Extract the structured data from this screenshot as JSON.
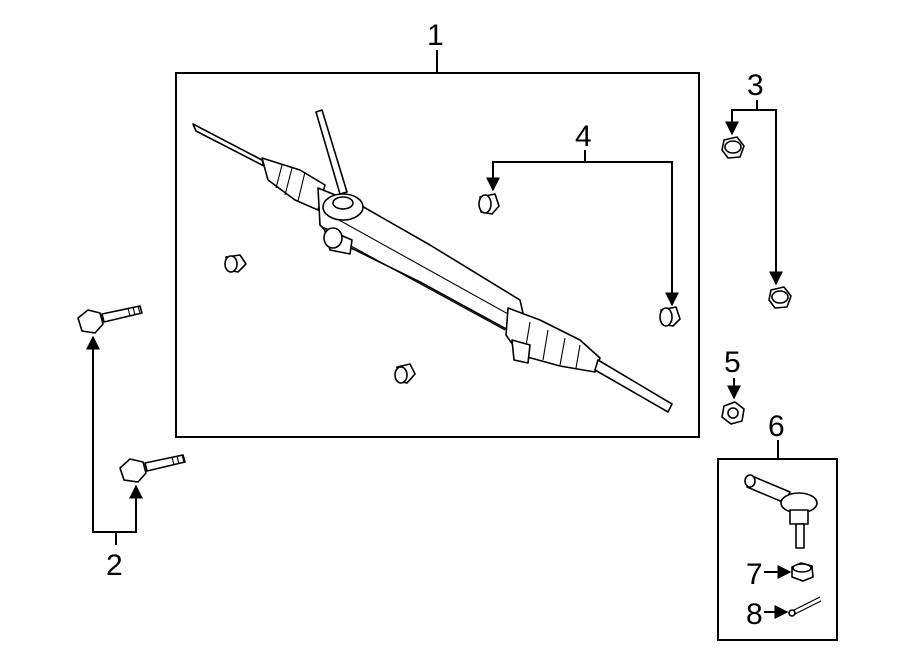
{
  "callouts": [
    {
      "id": "1",
      "text": "1"
    },
    {
      "id": "2",
      "text": "2"
    },
    {
      "id": "3",
      "text": "3"
    },
    {
      "id": "4",
      "text": "4"
    },
    {
      "id": "5",
      "text": "5"
    },
    {
      "id": "6",
      "text": "6"
    },
    {
      "id": "7",
      "text": "7"
    },
    {
      "id": "8",
      "text": "8"
    }
  ],
  "parts": {
    "steering_rack": "steering-gear-assembly",
    "mount_bolts": "bolt",
    "bushings_3": "bushing",
    "boots_4": "bushing",
    "nut_5": "nut",
    "tie_rod_end_6": "tie-rod-end",
    "nut_7": "nut",
    "cotter_pin_8": "cotter-pin"
  }
}
